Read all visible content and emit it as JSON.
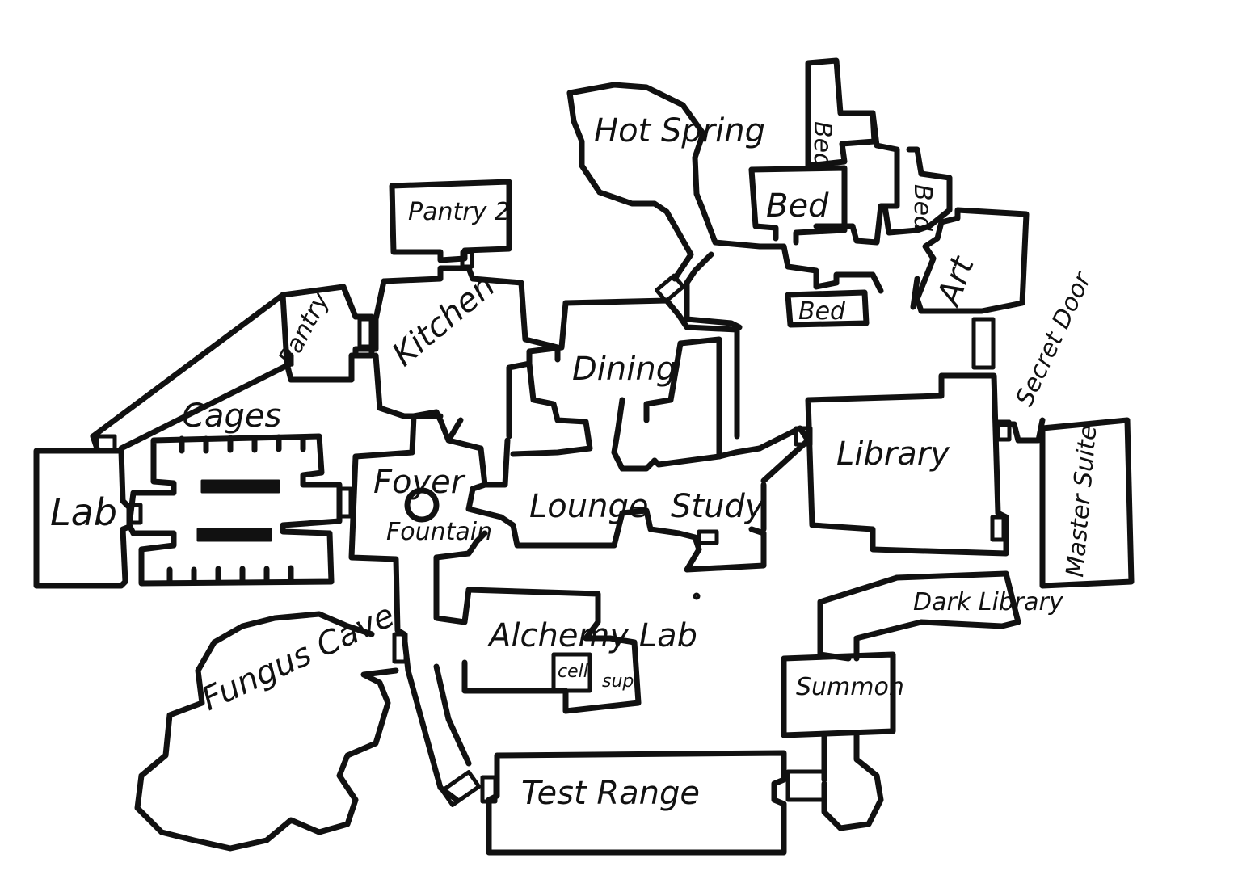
{
  "rooms": {
    "lab": "Lab",
    "cages": "Cages",
    "pantry": "Pantry",
    "pantry_2": "Pantry 2",
    "kitchen": "Kitchen",
    "hot_spring": "Hot Spring",
    "bed_1": "Bed",
    "bed_2": "Bed",
    "bed_3": "Bed",
    "bed_4": "Bed",
    "art": "Art",
    "dining": "Dining",
    "foyer": "Foyer",
    "fountain": "Fountain",
    "lounge": "Lounge",
    "study": "Study",
    "library": "Library",
    "secret_door": "Secret Door",
    "master_suite": "Master Suite",
    "alchemy_lab": "Alchemy Lab",
    "cell": "cell",
    "supply": "sup",
    "dark_library": "Dark Library",
    "summon": "Summon",
    "fungus_cave": "Fungus Cave",
    "test_range": "Test Range"
  },
  "palette": {
    "ink": "#111111",
    "paper": "#ffffff"
  }
}
